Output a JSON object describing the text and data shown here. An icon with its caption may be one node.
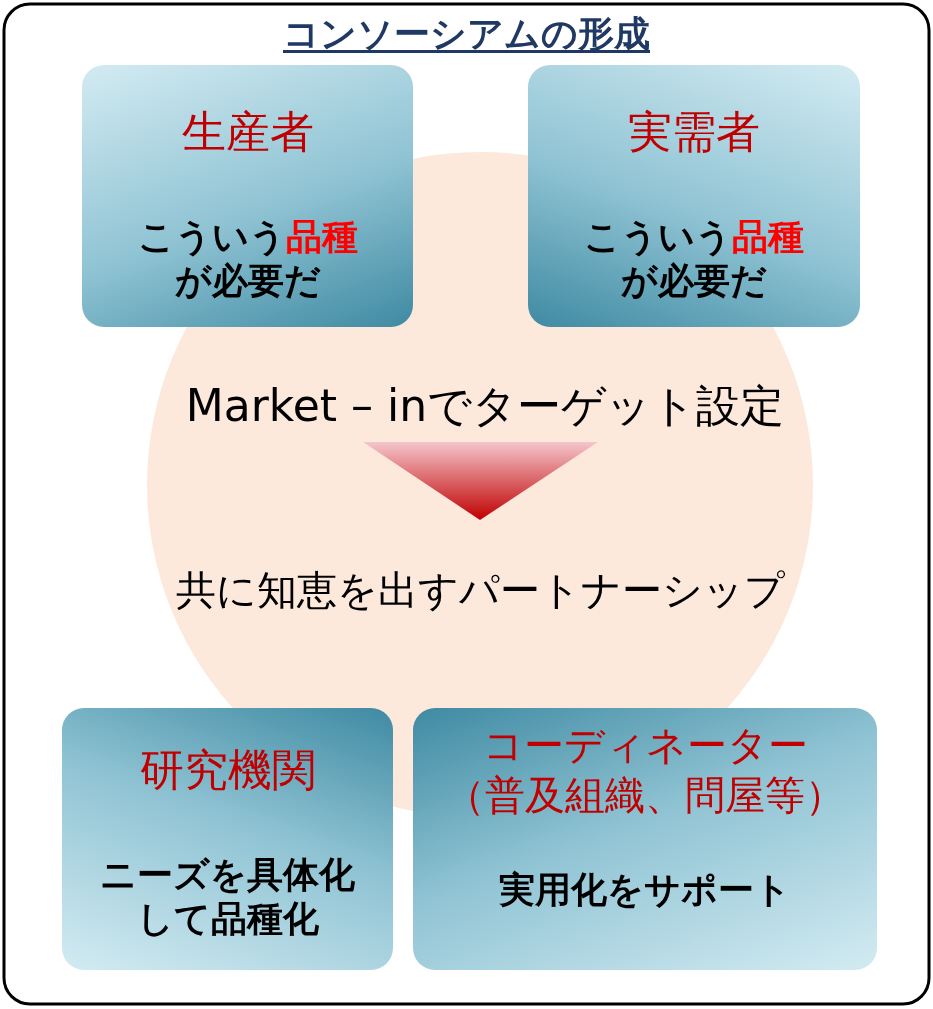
{
  "diagram": {
    "title": "コンソーシアムの形成",
    "nodes": [
      {
        "text": [
          "生産者",
          "こういう**品種**が必要だ"
        ]
      },
      {
        "text": [
          "実需者",
          "こういう**品種**が必要だ"
        ]
      },
      {
        "text": [
          "Market – inでターゲット設定"
        ]
      },
      {
        "text": [
          "共に知恵を出すパートナーシップ"
        ]
      },
      {
        "text": [
          "研究機関",
          "ニーズを具体化して品種化"
        ]
      },
      {
        "text": [
          "コーディネーター（普及組織、問屋等）",
          "実用化をサポート"
        ]
      }
    ],
    "edges": [
      {
        "from": 2,
        "to": 3,
        "arrow": "to"
      }
    ]
  }
}
